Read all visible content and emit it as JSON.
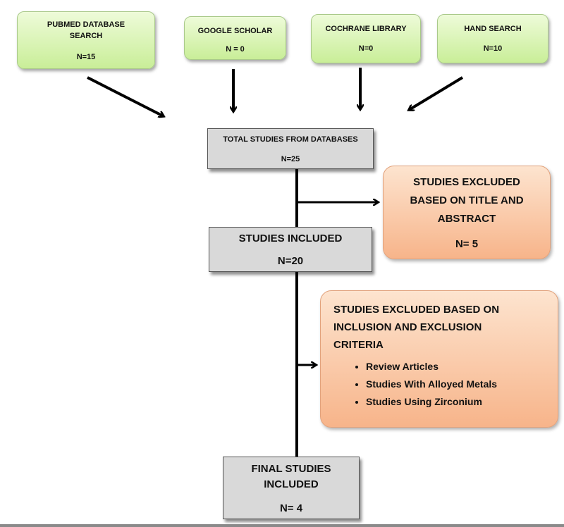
{
  "sources": {
    "pubmed": {
      "line1": "PUBMED DATABASE",
      "line2": "SEARCH",
      "count": "N=15"
    },
    "scholar": {
      "label": "GOOGLE SCHOLAR",
      "count": "N = 0"
    },
    "cochrane": {
      "label": "COCHRANE LIBRARY",
      "count": "N=0"
    },
    "hand": {
      "label": "HAND SEARCH",
      "count": "N=10"
    }
  },
  "total": {
    "label": "TOTAL STUDIES FROM DATABASES",
    "count": "N=25"
  },
  "excluded_title": {
    "line1": "STUDIES EXCLUDED",
    "line2": "BASED ON TITLE AND",
    "line3": "ABSTRACT",
    "count": "N= 5"
  },
  "included": {
    "label": "STUDIES INCLUDED",
    "count": "N=20"
  },
  "excluded_criteria": {
    "line1": "STUDIES EXCLUDED BASED ON",
    "line2": "INCLUSION AND EXCLUSION",
    "line3": "CRITERIA",
    "items": [
      "Review Articles",
      "Studies  With Alloyed Metals",
      "Studies Using Zirconium"
    ]
  },
  "final": {
    "line1": "FINAL STUDIES",
    "line2": "INCLUDED",
    "count": "N= 4"
  }
}
